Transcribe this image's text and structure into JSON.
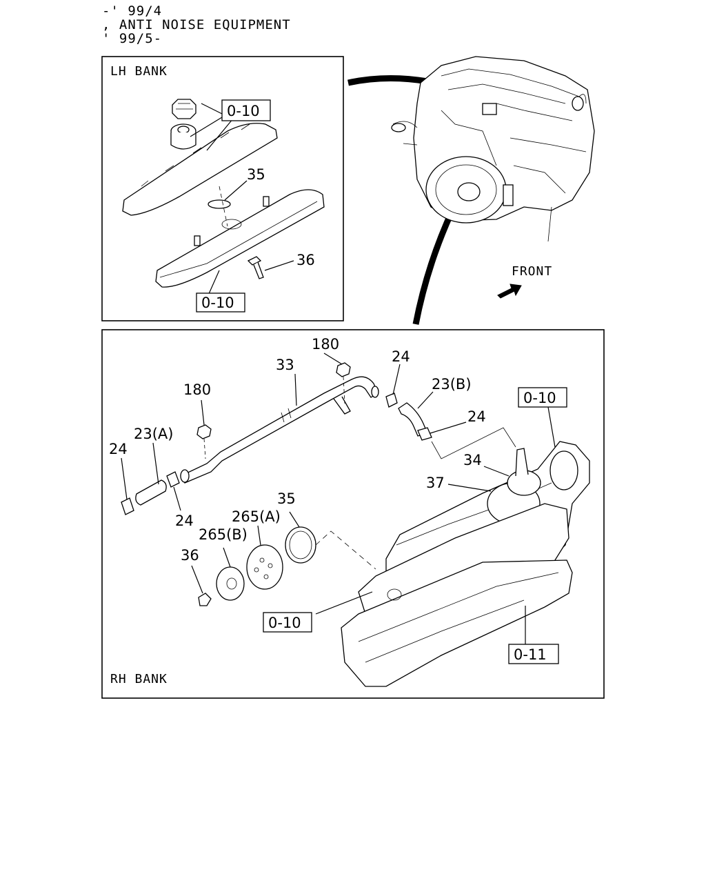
{
  "header": {
    "line1": "-' 99/4",
    "line2": ", ANTI NOISE EQUIPMENT",
    "line3": "' 99/5-"
  },
  "lh_panel": {
    "title": "LH BANK",
    "ref_top": "0-10",
    "ref_bottom": "0-10",
    "callout_35": "35",
    "callout_36": "36"
  },
  "engine": {
    "front_label": "FRONT"
  },
  "rh_panel": {
    "title": "RH BANK",
    "callout_180_top": "180",
    "callout_180_left": "180",
    "callout_33": "33",
    "callout_24_top": "24",
    "callout_23b": "23(B)",
    "callout_24_right": "24",
    "callout_23a": "23(A)",
    "callout_24_left": "24",
    "callout_24_bottom": "24",
    "callout_34": "34",
    "callout_37": "37",
    "callout_35": "35",
    "callout_265a": "265(A)",
    "callout_265b": "265(B)",
    "callout_36": "36",
    "ref_top_right": "0-10",
    "ref_bottom_cover": "0-10",
    "ref_head": "0-11"
  }
}
